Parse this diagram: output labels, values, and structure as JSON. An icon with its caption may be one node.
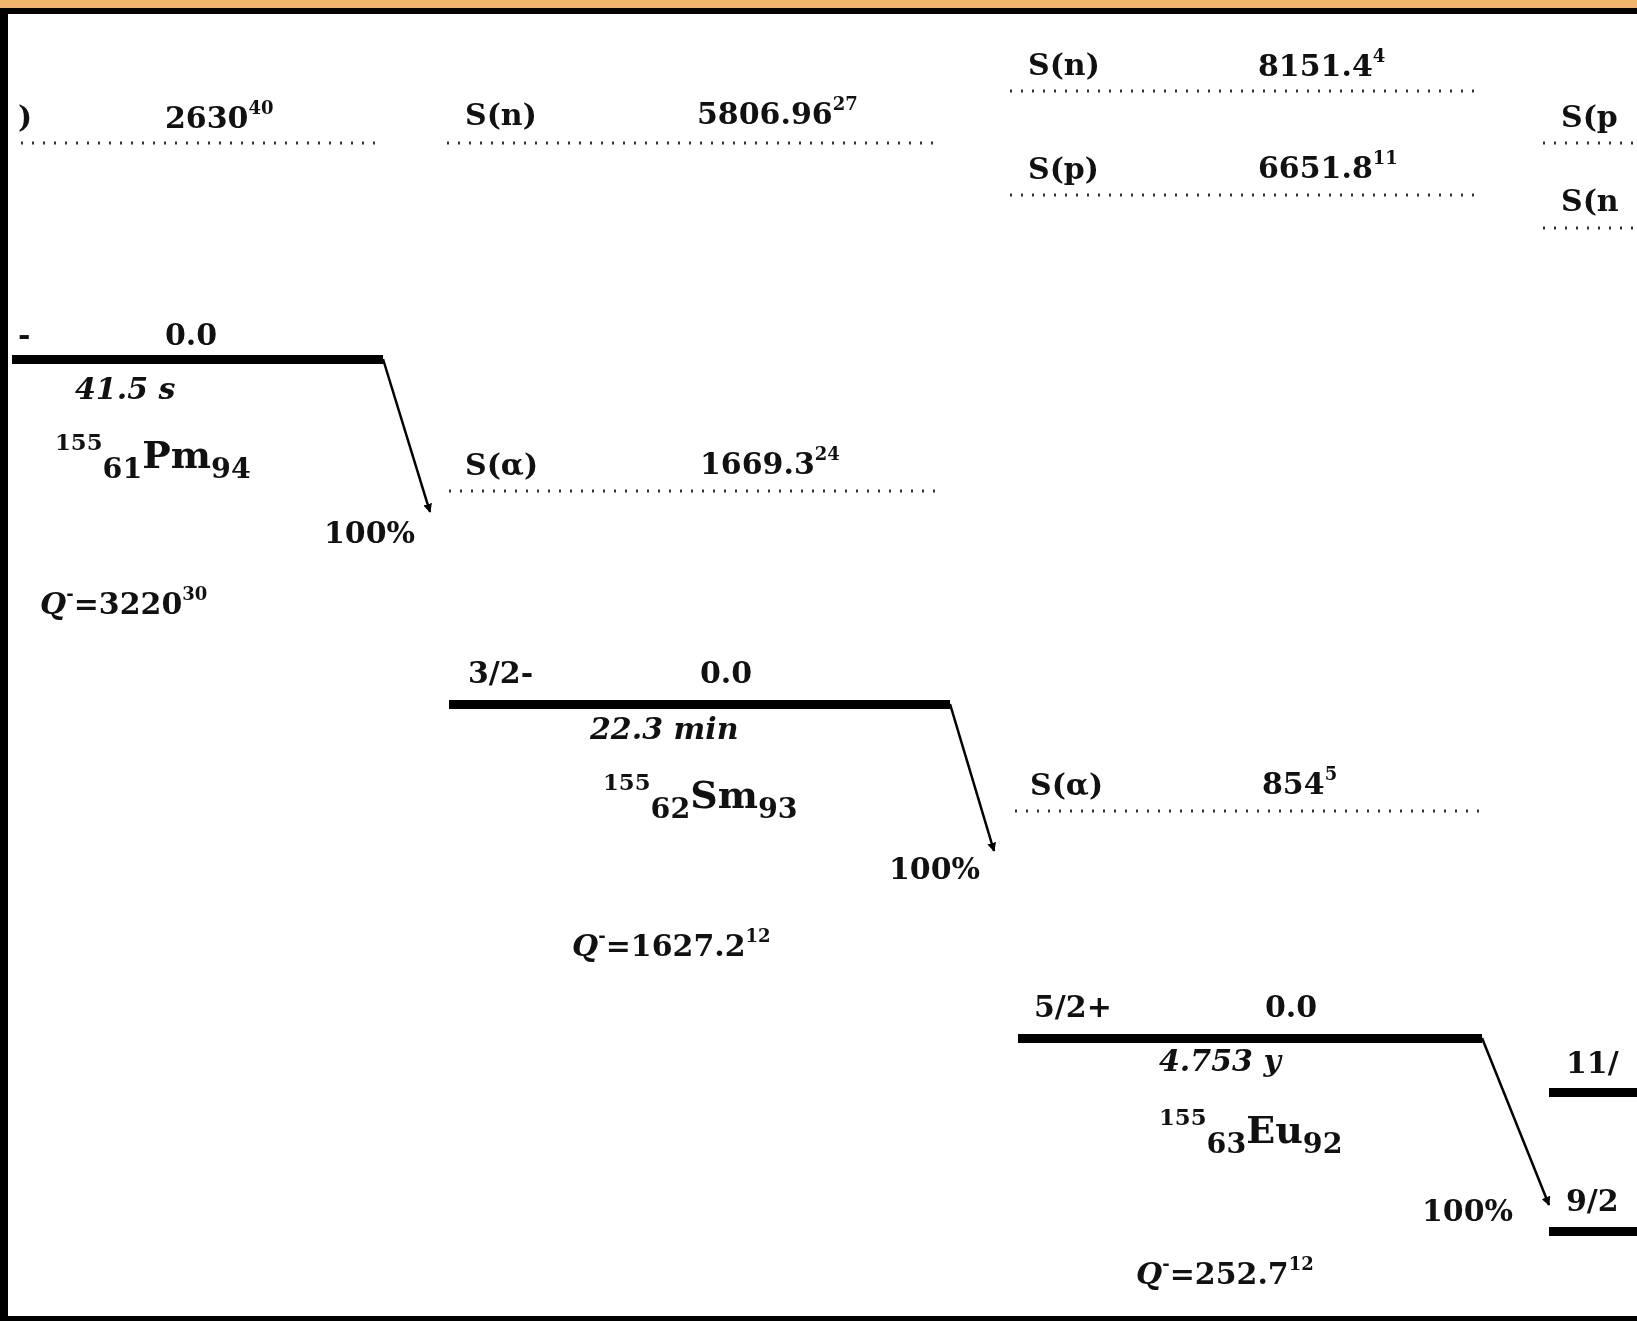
{
  "diagram": {
    "nodes": [
      {
        "text": [
          "-",
          "0.0"
        ],
        "beside": [
          "41.5 s"
        ]
      },
      {
        "text": [
          "3/2-",
          "0.0"
        ],
        "beside": [
          "22.3 min"
        ]
      },
      {
        "text": [
          "5/2+",
          "0.0"
        ],
        "beside": [
          "4.753 y"
        ]
      },
      {
        "text": [
          "11/"
        ]
      },
      {
        "text": [
          "9/2"
        ]
      }
    ],
    "edges": [
      {
        "from": 0,
        "to": null,
        "arrow": "to",
        "label": "100%"
      },
      {
        "from": 1,
        "to": null,
        "arrow": "to",
        "label": "100%"
      },
      {
        "from": 2,
        "to": 4,
        "arrow": "to",
        "label": "100%"
      }
    ],
    "labels": [
      ")",
      "2630$^{40}$",
      "S(n)",
      "5806.96$^{27}$",
      "S(n)",
      "8151.4$^{4}$",
      "S(p",
      "S(p)",
      "6651.8$^{11}$",
      "S(n",
      "S(α)",
      "1669.3$^{24}$",
      "$^{155}$$_{61}$Pm$_{94}$",
      "*Q*$^{-}$=3220$^{30}$",
      "S(α)",
      "854$^{5}$",
      "$^{155}$$_{62}$Sm$_{93}$",
      "*Q*$^{-}$=1627.2$^{12}$",
      "$^{155}$$_{63}$Eu$_{92}$",
      "*Q*$^{-}$=252.7$^{12}$"
    ]
  }
}
